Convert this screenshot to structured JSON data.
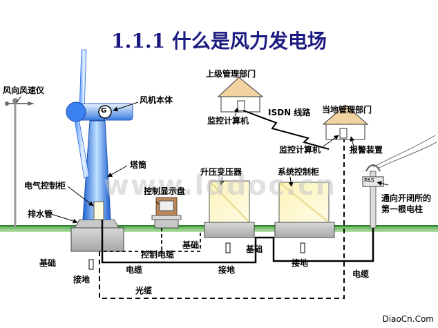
{
  "title": "1.1.1 什么是风力发电场",
  "watermark": "www.lddoc.cn",
  "footer": "DiaoCn.Com",
  "labels": {
    "anemometer": "风向风速仪",
    "turbine_body": "风机本体",
    "tower": "塔筒",
    "electric_cabinet": "电气控制柜",
    "drain_pipe": "排水管",
    "foundation_turbine": "基础",
    "grounding_turbine": "接地",
    "display_panel": "控制显示盘",
    "foundation_display": "基础",
    "control_cable": "控制电缆",
    "power_cable_1": "电缆",
    "step_up_transformer": "升压变压器",
    "foundation_transformer": "基础",
    "grounding_transformer": "接地",
    "system_cabinet": "系统控制柜",
    "grounding_system": "接地",
    "optical_cable": "光缆",
    "power_cable_2": "电缆",
    "upper_dept": "上级管理部门",
    "monitor_pc_upper": "监控计算机",
    "isdn": "ISDN 线路",
    "local_dept": "当地管理部门",
    "monitor_pc_local": "监控计算机",
    "alarm": "报警装置",
    "switch_pole_line1": "通向开闭所的",
    "switch_pole_line2": "第一根电柱",
    "pas": "PAS",
    "generator": "G"
  }
}
